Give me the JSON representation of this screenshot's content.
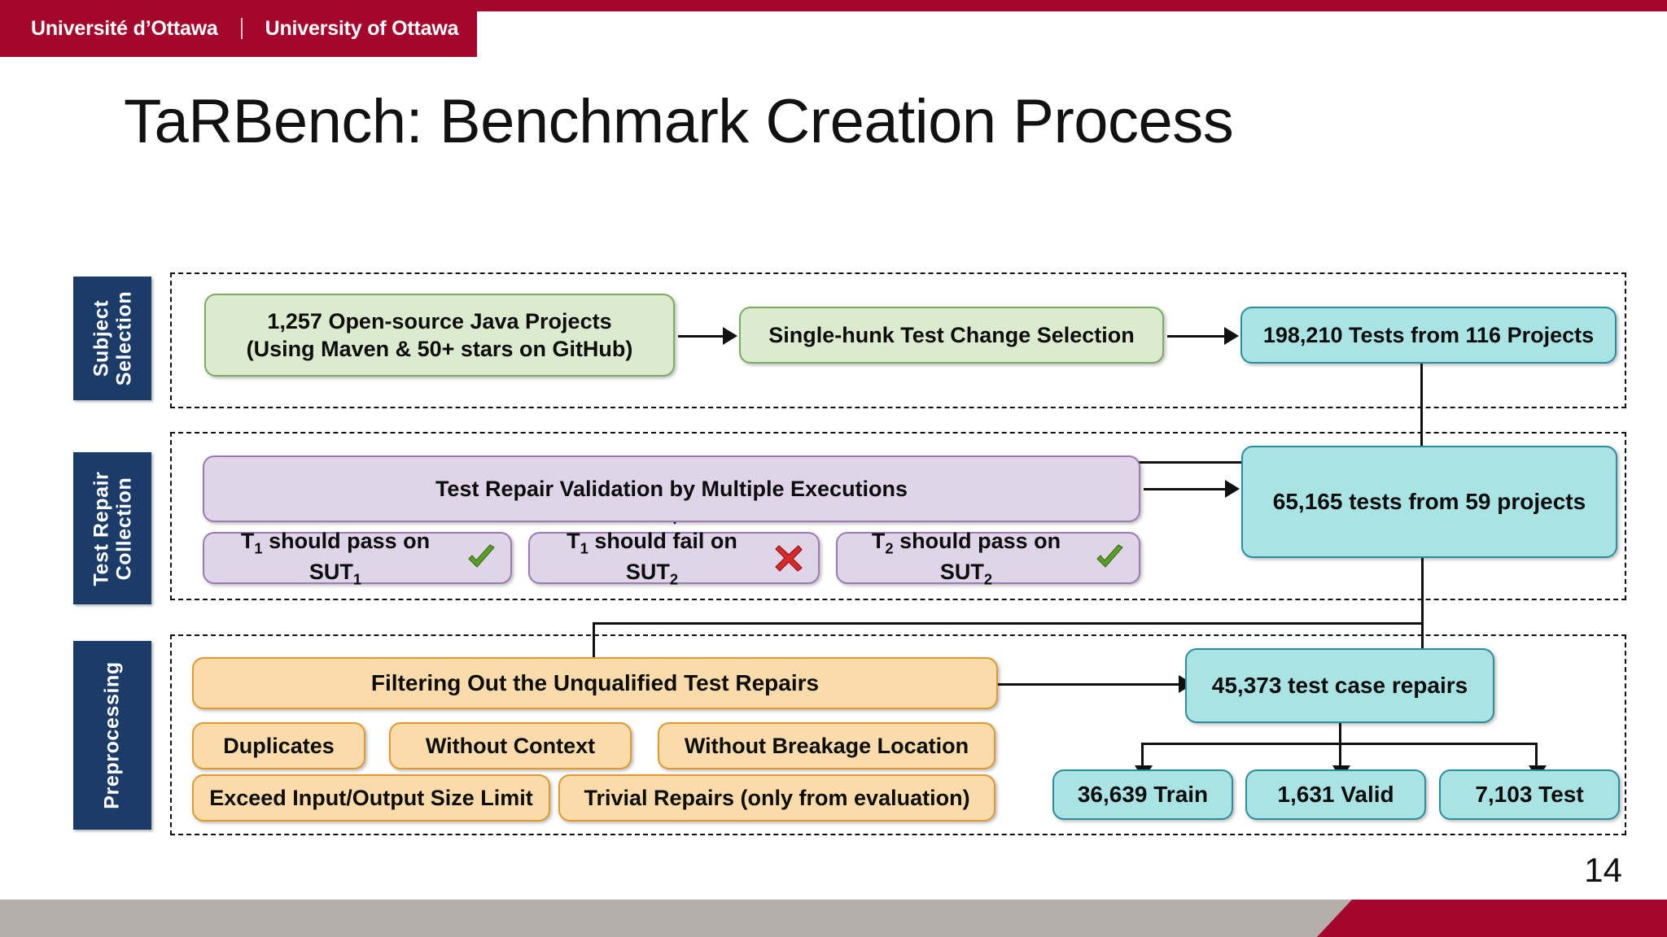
{
  "header": {
    "logo_fr": "Université d’Ottawa",
    "logo_sep": "|",
    "logo_en": "University of Ottawa",
    "brand_color": "#a4062c"
  },
  "title": "TaRBench: Benchmark Creation Process",
  "page_number": "14",
  "palette": {
    "navy": "#1b3c68",
    "green_fill": "#dcebcd",
    "green_border": "#7cab62",
    "teal_fill": "#a9e3e4",
    "teal_border": "#2a8e9e",
    "purple_fill": "#e0d4e9",
    "purple_border": "#9b7cb2",
    "orange_fill": "#fadcaa",
    "orange_border": "#e0992f",
    "footer_grey": "#b6aea8",
    "connector": "#111111"
  },
  "sections": [
    {
      "id": "subject-selection",
      "label_line1": "Subject",
      "label_line2": "Selection",
      "nodes": {
        "projects": "1,257 Open-source Java Projects\n(Using Maven & 50+ stars on GitHub)",
        "projects_line1": "1,257 Open-source Java Projects",
        "projects_line2": "(Using Maven & 50+ stars on GitHub)",
        "selection": "Single-hunk Test Change Selection",
        "result": "198,210 Tests from 116 Projects"
      }
    },
    {
      "id": "test-repair-collection",
      "label_line1": "Test Repair",
      "label_line2": "Collection",
      "nodes": {
        "validation": "Test Repair Validation by Multiple Executions",
        "result": "65,165 tests from 59 projects"
      },
      "conditions": [
        {
          "prefix": "T",
          "sub1": "1",
          "mid": " should pass on SUT",
          "sub2": "1",
          "mark": "check-mark-icon"
        },
        {
          "prefix": "T",
          "sub1": "1",
          "mid": " should fail on SUT",
          "sub2": "2",
          "mark": "cross-mark-icon"
        },
        {
          "prefix": "T",
          "sub1": "2",
          "mid": " should pass on SUT",
          "sub2": "2",
          "mark": "check-mark-icon"
        }
      ]
    },
    {
      "id": "preprocessing",
      "label_line1": "Preprocessing",
      "label_line2": "",
      "nodes": {
        "filtering": "Filtering Out the Unqualified Test Repairs",
        "result": "45,373 test case repairs"
      },
      "filters_row1": [
        "Duplicates",
        "Without Context",
        "Without Breakage Location"
      ],
      "filters_row2": [
        "Exceed Input/Output Size Limit",
        "Trivial Repairs (only from evaluation)"
      ],
      "splits": [
        "36,639 Train",
        "1,631 Valid",
        "7,103 Test"
      ]
    }
  ]
}
